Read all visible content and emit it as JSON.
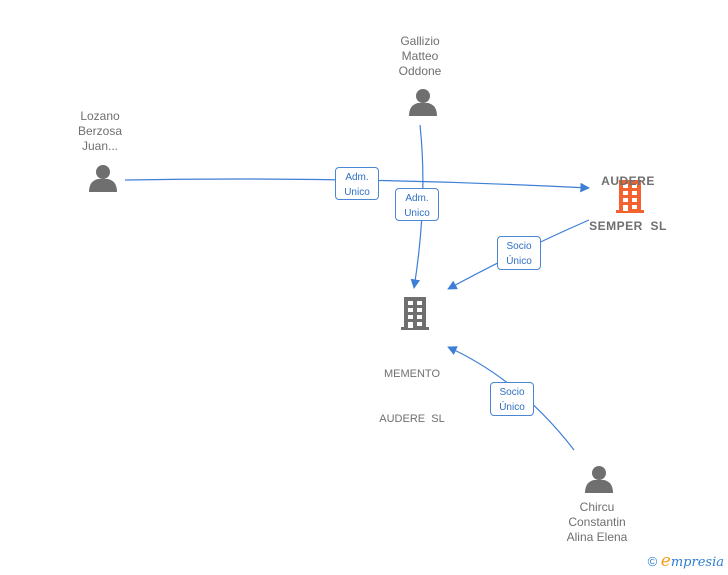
{
  "nodes": {
    "gallizio": {
      "type": "person",
      "lines": [
        "Gallizio",
        "Matteo",
        "Oddone"
      ]
    },
    "lozano": {
      "type": "person",
      "lines": [
        "Lozano",
        "Berzosa",
        "Juan..."
      ]
    },
    "audere_semper": {
      "type": "company",
      "lines": [
        "AUDERE",
        "SEMPER  SL"
      ],
      "color": "#f4622f"
    },
    "memento": {
      "type": "company",
      "lines": [
        "MEMENTO",
        "AUDERE  SL"
      ],
      "color": "#6f6f6f"
    },
    "chircu": {
      "type": "person",
      "lines": [
        "Chircu",
        "Constantin",
        "Alina Elena"
      ]
    }
  },
  "edges": [
    {
      "from": "lozano",
      "to": "audere_semper",
      "label": [
        "Adm.",
        "Unico"
      ]
    },
    {
      "from": "gallizio",
      "to": "memento",
      "label": [
        "Adm.",
        "Unico"
      ]
    },
    {
      "from": "audere_semper",
      "to": "memento",
      "label": [
        "Socio",
        "Único"
      ]
    },
    {
      "from": "chircu",
      "to": "memento",
      "label": [
        "Socio",
        "Único"
      ]
    }
  ],
  "colors": {
    "edge": "#3d7fd6",
    "person_icon": "#6f6f6f",
    "text": "#6f6f6f"
  },
  "footer": {
    "copyright": "©",
    "brand_first": "e",
    "brand_rest": "mpresia"
  }
}
